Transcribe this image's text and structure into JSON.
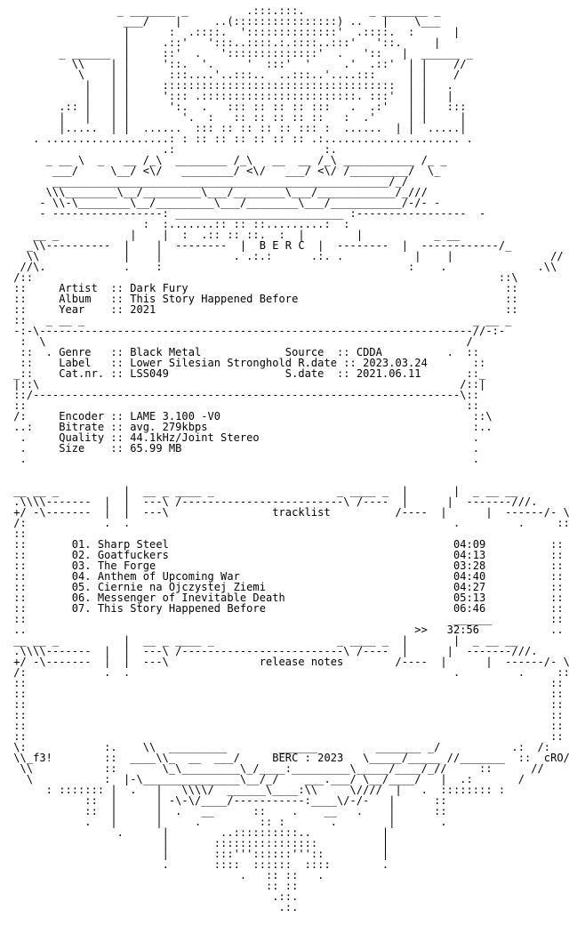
{
  "header_art": [
    "                 _ _______ _         .:::.:::.          _ _______ _",
    "                  ___/    |     ..(::::::::::::::::) ..   |    \\___",
    "                  |      :  .::::.  '::::::::::::::'  .::::.  :      |",
    "                  |     .::'   ':::..::::.:.::::..:::'   '::.     |",
    "        _ ______  |     ::'  .   '::::::::::::::'  .   '::   |  ______ _",
    "          \\\\    | |     '::.  '.     '  :::'  '     .'  .::'  | |    //",
    "           \\    | |      :::....'..:::..  ..:::..'....:::     | |    /",
    "            |   | |     ::::::::::::::::::::::::::::::::::::  | |   .",
    "            |   | |     '::: .::::::::::::::::::::::::. :::'  | |   |",
    "        .:: |   | |      ':.  .   ::: :: :: :: :::   .  .:'   | |   :::",
    "        |   |   | |        '.  :   :: :: :: :: ::   :  .'     | |     |",
    "        |.....  | |  ......  ::: :: :: :: :: ::: :  ......  | |  .....|",
    "    . ...................: : :: :: :: :: :: :: .:..................... .",
    "                        .:                       :.",
    "      _ __ \\  _   __ /_\\  ________ /_\\   __  __ /_\\ ___________ /_ _",
    "       ___/     \\__/ <\\/   ________/ <\\/   ___/ <\\/ /_________/  \\_",
    "       ____________________________________________________/_/",
    "      \\\\\\________\\__/_________\\___/________\\___/____________/_///",
    "     - \\\\-\\________\\__/_________\\___/________\\___/___________/-/- -",
    "     - -----------------: __________________________ :-----------------  -",
    "                     :  :.......:: :: ::.........:  :",
    "    __ _           |    |  :  .:: :: ::.  :  |        |           _ __",
    "   _\\\\----------  |    |  --------  |  B E R C  |  --------  |  ------------/_",
    "   \\\\             |    |           . .:.:      .:. .           |    |               //",
    "  //\\.            .    :                                      :    .              .\\\\"
  ],
  "info_art": [
    " /::                                                                        ::\\",
    " ::     Artist  :: Dark Fury                                                 ::",
    " ::     Album   :: This Story Happened Before                                ::",
    " ::     Year    :: 2021                                                      ::",
    " ::   _ __ _                                                            _ __ _",
    " -:-\\-------------------------------------------------------------------//-:-",
    "  :  \\                                                                 /",
    "  ::  . Genre   :: Black Metal             Source  :: CDDA          .  ::",
    "  ::    Label   :: Lower Silesian Stronghold R.date :: 2023.03.24       ::",
    " _::    Cat.nr. :: LSS049                  S.date  :: 2021.06.11       ::_",
    " |::\\                                                                 /::|",
    " ::/------------------------------------------------------------------\\::",
    " ::                                                                    ::",
    " /:     Encoder :: LAME 3.100 -V0                                       ::\\",
    " ..:    Bitrate :: avg. 279kbps                                         :..",
    "  .     Quality :: 44.1kHz/Joint Stereo                                 .",
    "  .     Size    :: 65.99 MB                                             .",
    "  .                                                                     ."
  ],
  "tracklist_art": [
    "",
    "",
    " __ __ _          |  __ _ ____ _                   _ ____ _  |       |  _ __ __",
    " .\\\\\\\\-------  |  |  ---\\ /-------------------------\\ /----  |      |  -------///.",
    " +/ -\\-------  |  |  ---\\                tracklist          /----  |      |  ------/- \\+",
    " /:            .  .                                                  .         .     ::\\",
    " ::",
    " ::       01. Sharp Steel                                            04:09          ::",
    " ::       02. Goatfuckers                                            04:13          ::",
    " ::       03. The Forge                                              03:28          ::",
    " ::       04. Anthem of Upcoming War                                 04:40          ::",
    " ::       05. Ciernie na Ojczystej Ziemi                             04:27          ::",
    " ::       06. Messenger of Inevitable Death                          05:13          ::",
    " ::       07. This Story Happened Before                             06:46          ::",
    " ::                                                                  ______         ::",
    " ..                                                            >>   32:56           ..",
    " __ __ _          |  __ _ ____ _                   _ ____ _  |       |  _ __ __",
    " .\\\\\\\\-------  |  |  ---\\ /-------------------------\\ /----  |      |  -------///.",
    " +/ -\\-------  |  |  ---\\              release notes        /----  |      |  ------/- \\+",
    " /:            .  .                                                  .         .     ::\\",
    " ::                                                                                 ::",
    " ::                                                                                 ::",
    " ::                                                                                 ::",
    " ::                                                                                 ::",
    " ::                                                                                 ::",
    " ::                                                                                 ::"
  ],
  "footer_art": [
    " \\:            :.    \\\\  _________        ______         _______ _/           .:  /:",
    " \\\\_f3!        ::  ____\\\\_  __  ___/     BERC : 2023   \\_____/_____ //_______  ::  cRO///",
    "  \\\\           ::       \\_\\_________\\_/____:_________\\_____/____/_//     ::      //",
    "   \\           :  |-\\_______________\\__/_/    ___.___/ \\__/____/   |  .:       /",
    "      : ::::::: |  .   |   \\\\\\\\/  ______\\____:\\\\     \\////  |   .  :::::::: :",
    "            ::  |      | -\\-\\/____/-----------:____\\/-/-   |      ::",
    "            ::  |      |  .   __      ::    .    __   .    |      ::",
    "            .   |      |     .         :: :       .        |       .",
    "                 .      |        ..::::::::::..           |",
    "                        |       ::::::::::::::::          |",
    "                        |       :::'''::::::'''::         |",
    "                        .       ::::  ::::::  ::::        .",
    "                                    .   :: ::   .",
    "                                        :: ::",
    "                                         .::.",
    "                                          .:."
  ]
}
